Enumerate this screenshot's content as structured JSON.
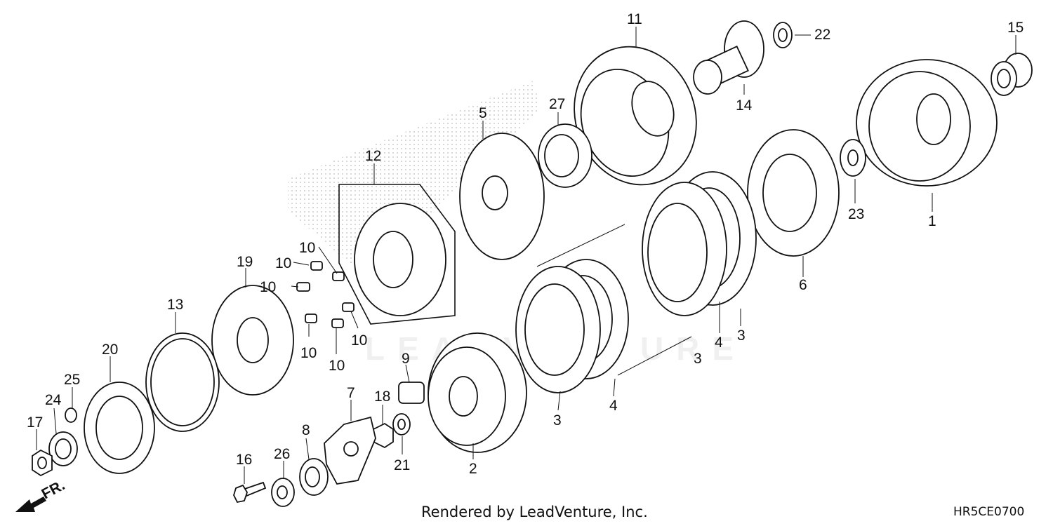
{
  "footer": {
    "credit": "Rendered by LeadVenture, Inc.",
    "diagram_code": "HR5CE0700"
  },
  "watermark": "LEADVENTURE",
  "orientation_label": "FR.",
  "callouts": [
    "1",
    "2",
    "3",
    "3",
    "3",
    "3",
    "4",
    "4",
    "5",
    "6",
    "7",
    "8",
    "9",
    "10",
    "10",
    "10",
    "10",
    "10",
    "10",
    "11",
    "12",
    "13",
    "14",
    "15",
    "16",
    "17",
    "18",
    "19",
    "20",
    "21",
    "22",
    "23",
    "24",
    "25",
    "26",
    "27"
  ]
}
